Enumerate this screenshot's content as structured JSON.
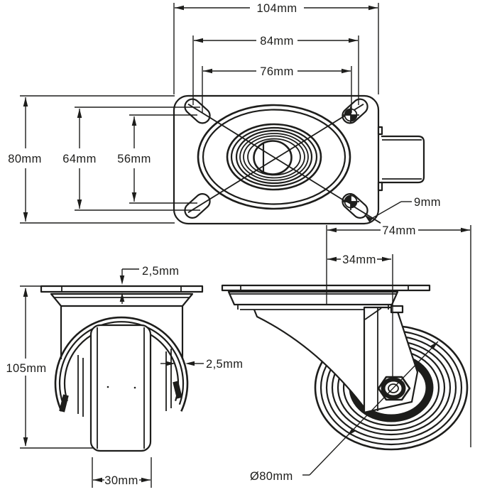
{
  "page": {
    "background": "#ffffff",
    "line_color": "#1d1d1b"
  },
  "plan_view": {
    "dim_plate_width": "104mm",
    "dim_bolt_span_outer": "84mm",
    "dim_bolt_span_inner": "76mm",
    "dim_plate_depth": "80mm",
    "dim_bolt_depth_outer": "64mm",
    "dim_bolt_depth_inner": "56mm",
    "dim_slot_width": "9mm"
  },
  "front_view": {
    "dim_plate_thickness": "2,5mm",
    "dim_total_height": "105mm",
    "dim_fork_thickness": "2,5mm",
    "dim_wheel_width": "30mm"
  },
  "side_view": {
    "dim_swing_radius": "74mm",
    "dim_offset": "34mm",
    "dim_wheel_diameter": "Ø80mm"
  }
}
